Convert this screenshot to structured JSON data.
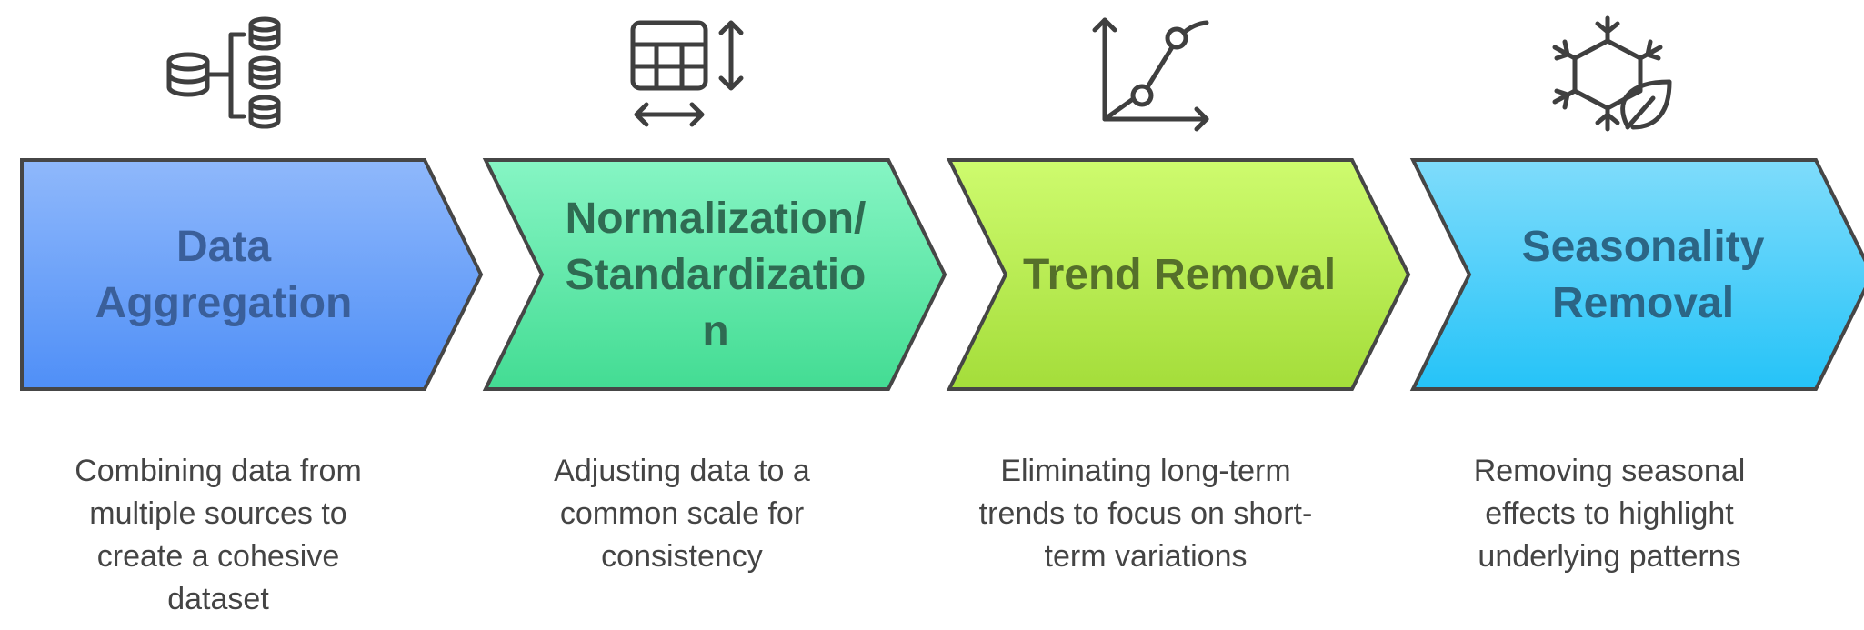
{
  "steps": [
    {
      "title_lines": [
        "Data",
        "Aggregation"
      ],
      "description": "Combining data from multiple sources to create a cohesive dataset",
      "icon": "database-merge-icon",
      "color_top": "#8fb8fb",
      "color_bottom": "#4f8ff7",
      "text_color": "#3a5f9a"
    },
    {
      "title_lines": [
        "Normalization/",
        "Standardizatio",
        "n"
      ],
      "description": "Adjusting data to a common scale for consistency",
      "icon": "table-resize-icon",
      "color_top": "#86f5c4",
      "color_bottom": "#43dc93",
      "text_color": "#2f6b52"
    },
    {
      "title_lines": [
        "Trend Removal"
      ],
      "description": "Eliminating long-term trends to focus on short-term variations",
      "icon": "trend-chart-icon",
      "color_top": "#cefb6e",
      "color_bottom": "#a4dd3a",
      "text_color": "#55702a"
    },
    {
      "title_lines": [
        "Seasonality",
        "Removal"
      ],
      "description": "Removing seasonal effects to highlight underlying patterns",
      "icon": "season-snowflake-leaf-icon",
      "color_top": "#7fdcfb",
      "color_bottom": "#25c3f8",
      "text_color": "#2b6585"
    }
  ],
  "outline_color": "#464646"
}
